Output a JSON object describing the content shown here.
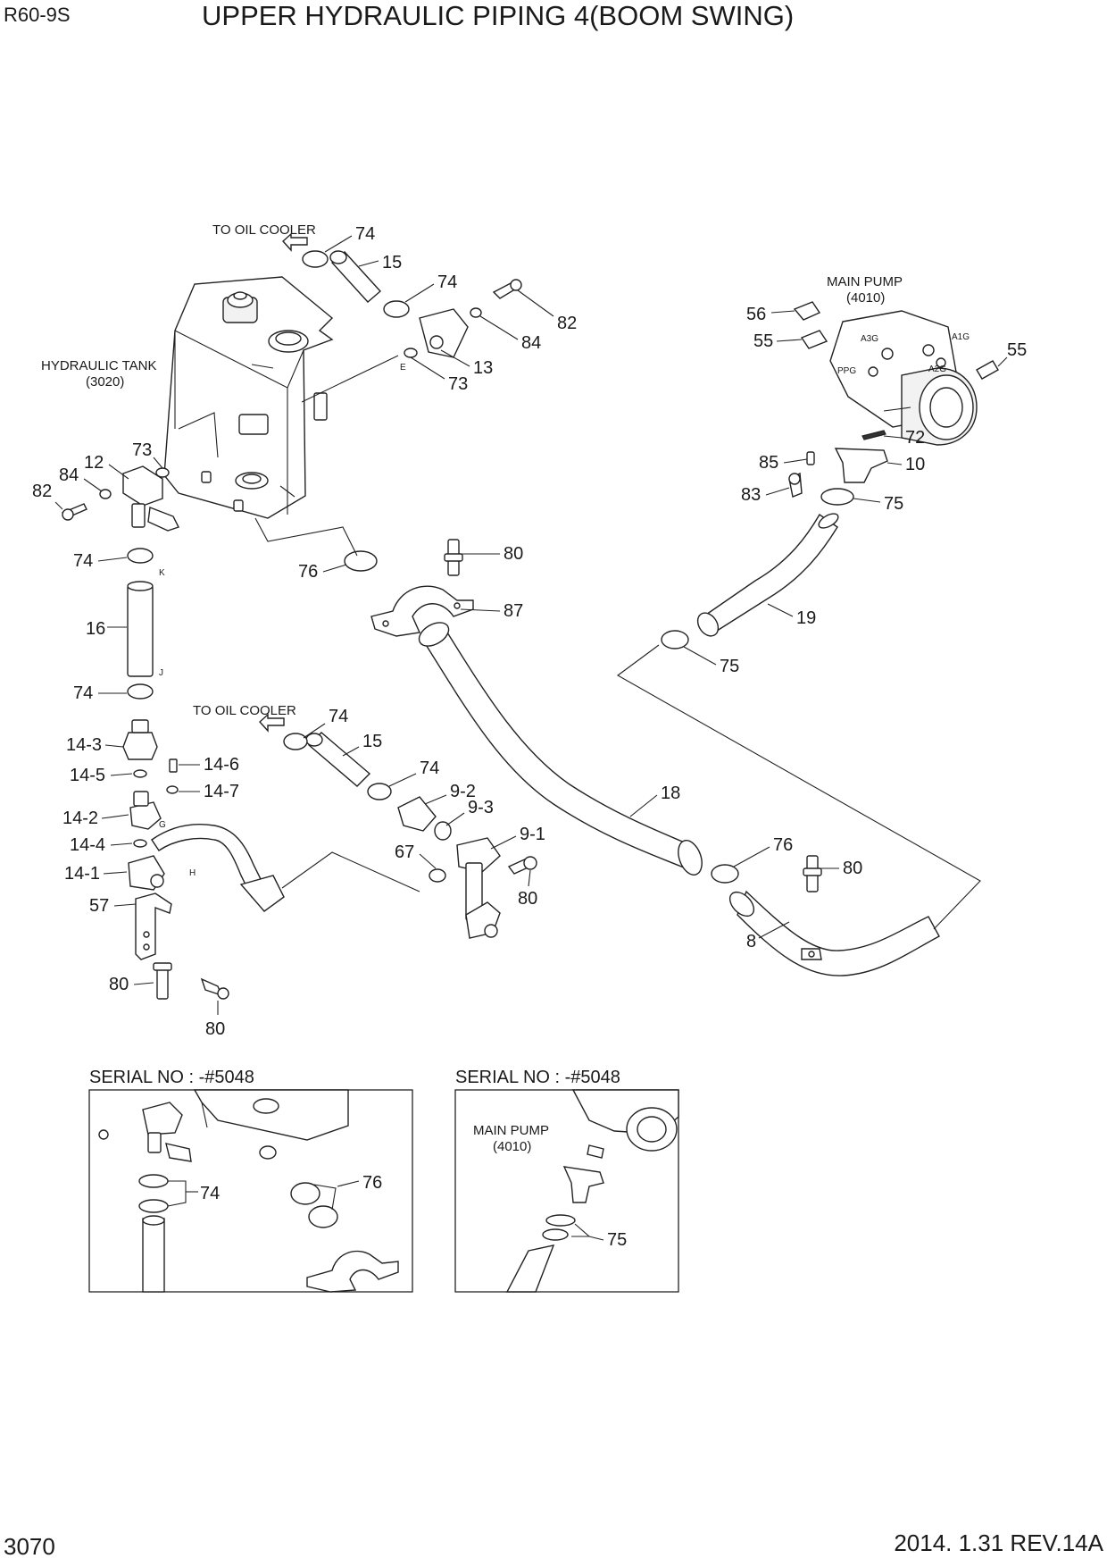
{
  "header": {
    "model_code": "R60-9S",
    "title": "UPPER HYDRAULIC PIPING 4(BOOM SWING)"
  },
  "captions": {
    "to_oil_cooler_1": "TO OIL COOLER",
    "to_oil_cooler_2": "TO OIL COOLER",
    "hydraulic_tank": "HYDRAULIC TANK",
    "hydraulic_tank_no": "(3020)",
    "main_pump": "MAIN PUMP",
    "main_pump_no": "(4010)",
    "inset_main_pump": "MAIN PUMP",
    "inset_main_pump_no": "(4010)"
  },
  "port_letters": {
    "e": "E",
    "k": "K",
    "j": "J",
    "g": "G",
    "h": "H",
    "a3g": "A3G",
    "a1g": "A1G",
    "a2g": "A2G",
    "ppg": "PPG"
  },
  "labels": {
    "l74a": "74",
    "l15a": "15",
    "l74b": "74",
    "l82a": "82",
    "l84a": "84",
    "l13": "13",
    "l73a": "73",
    "l73b": "73",
    "l12": "12",
    "l84b": "84",
    "l82b": "82",
    "l74c": "74",
    "l76a": "76",
    "l80a": "80",
    "l87": "87",
    "l16": "16",
    "l74d": "74",
    "l74e": "74",
    "l15b": "15",
    "l74f": "74",
    "l14_3": "14-3",
    "l14_5": "14-5",
    "l14_6": "14-6",
    "l14_7": "14-7",
    "l14_2": "14-2",
    "l14_4": "14-4",
    "l14_1": "14-1",
    "l9_2": "9-2",
    "l9_3": "9-3",
    "l9_1": "9-1",
    "l67": "67",
    "l80b": "80",
    "l57": "57",
    "l80c": "80",
    "l80d": "80",
    "l18": "18",
    "l76b": "76",
    "l80e": "80",
    "l8": "8",
    "l56": "56",
    "l55a": "55",
    "l55b": "55",
    "l72": "72",
    "l85": "85",
    "l10": "10",
    "l83": "83",
    "l75a": "75",
    "l19": "19",
    "l75b": "75",
    "l74g": "74",
    "l76c": "76",
    "l75c": "75"
  },
  "insets": {
    "left_serial": "SERIAL NO : -#5048",
    "right_serial": "SERIAL NO : -#5048"
  },
  "footer": {
    "page_number": "3070",
    "revision": "2014. 1.31  REV.14A"
  }
}
